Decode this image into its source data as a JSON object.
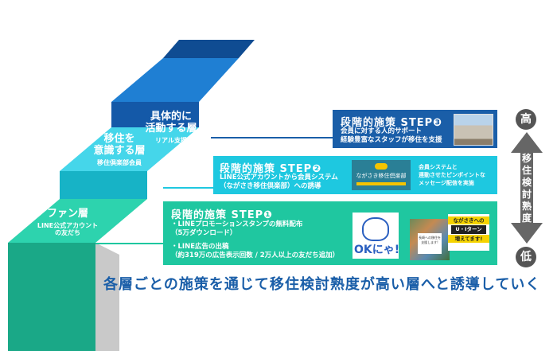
{
  "stairs": [
    {
      "title": "ファン層",
      "sub1": "LINE公式アカウント",
      "sub2": "の友だち"
    },
    {
      "title1": "移住を",
      "title2": "意識する層",
      "sub": "移住倶楽部会員"
    },
    {
      "title1": "具体的に",
      "title2": "活動する層",
      "sub": "リアル支援"
    }
  ],
  "steps": {
    "step3": {
      "heading": "段階的施策 STEP❸",
      "lines": [
        "会員に対する人的サポート",
        "経験豊富なスタッフが移住を支援"
      ],
      "image": "building-photo"
    },
    "step2": {
      "heading": "段階的施策 STEP❷",
      "lines": [
        "LINE公式アカウントから会員システム",
        "（ながさき移住倶楽部）への誘導"
      ],
      "image_text": "ながさき移住倶楽部",
      "note": [
        "会員システムと",
        "連動させたピンポイントな",
        "メッセージ配信を実施"
      ]
    },
    "step1": {
      "heading": "段階的施策 STEP❶",
      "item1": [
        "・LINEプロモーションスタンプの無料配布",
        "（5万ダウンロード）"
      ],
      "item2": [
        "・LINE広告の出稿",
        "（約319万の広告表示回数 / 2万人以上の友だち追加）"
      ],
      "sticker_text": "OKにゃ!",
      "ad_text1": "長崎への移住を支援します!",
      "ad_text2": "ながさきへの",
      "ad_text3": "U・Iターン",
      "ad_text4": "増えてます!"
    }
  },
  "scale": {
    "high": "高",
    "low": "低",
    "label": "移住検討熟度"
  },
  "caption": "各層ごとの施策を通じて移住検討熟度が高い層へと誘導していく",
  "colors": {
    "green": "#1fc7a0",
    "cyan": "#1ec8e0",
    "blue": "#1a5ea8",
    "gray": "#666666"
  }
}
